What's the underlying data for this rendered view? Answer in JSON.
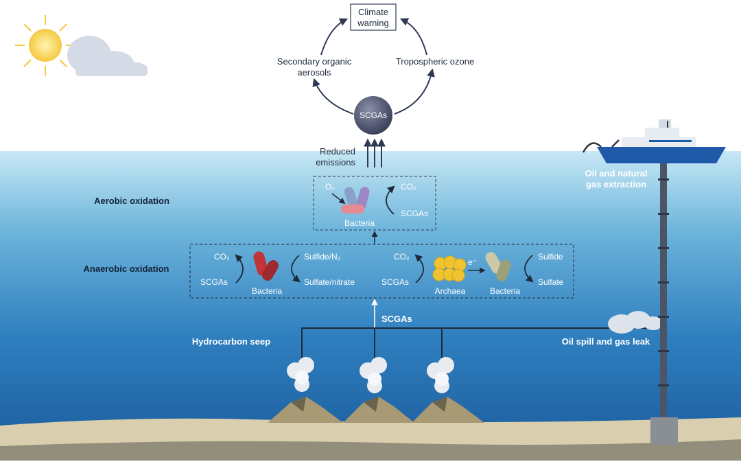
{
  "cycle": {
    "top": [
      "Climate",
      "warning"
    ],
    "left": [
      "Secondary organic",
      "aerosols"
    ],
    "right": "Tropospheric ozone",
    "center": "SCGAs"
  },
  "reduced_emissions": [
    "Reduced",
    "emissions"
  ],
  "aerobic": {
    "section_label": "Aerobic oxidation",
    "input": "O₂",
    "output_top": "CO₂",
    "output_bottom": "SCGAs",
    "organism": "Bacteria"
  },
  "anaerobic": {
    "section_label": "Anaerobic oxidation",
    "left_top": "CO₂",
    "left_bottom": "SCGAs",
    "left_organism": "Bacteria",
    "mid_top": "Sulfide/N₂",
    "mid_bottom": "Sulfate/nitrate",
    "right_co2": "CO₂",
    "right_scgas": "SCGAs",
    "archaea": "Archaea",
    "electron": "e⁻",
    "bacteria2": "Bacteria",
    "sulfide": "Sulfide",
    "sulfate": "Sulfate"
  },
  "source_label": "SCGAs",
  "hydrocarbon_seep": "Hydrocarbon seep",
  "oil_spill": "Oil spill and gas leak",
  "extraction": [
    "Oil and natural",
    "gas extraction"
  ],
  "colors": {
    "sky": "#ffffff",
    "water_top": "#bfe3f2",
    "water_bottom": "#1c5c9c",
    "seafloor": "#d9cfae",
    "sphere": "#4a5068",
    "arrow": "#2e3a55"
  }
}
